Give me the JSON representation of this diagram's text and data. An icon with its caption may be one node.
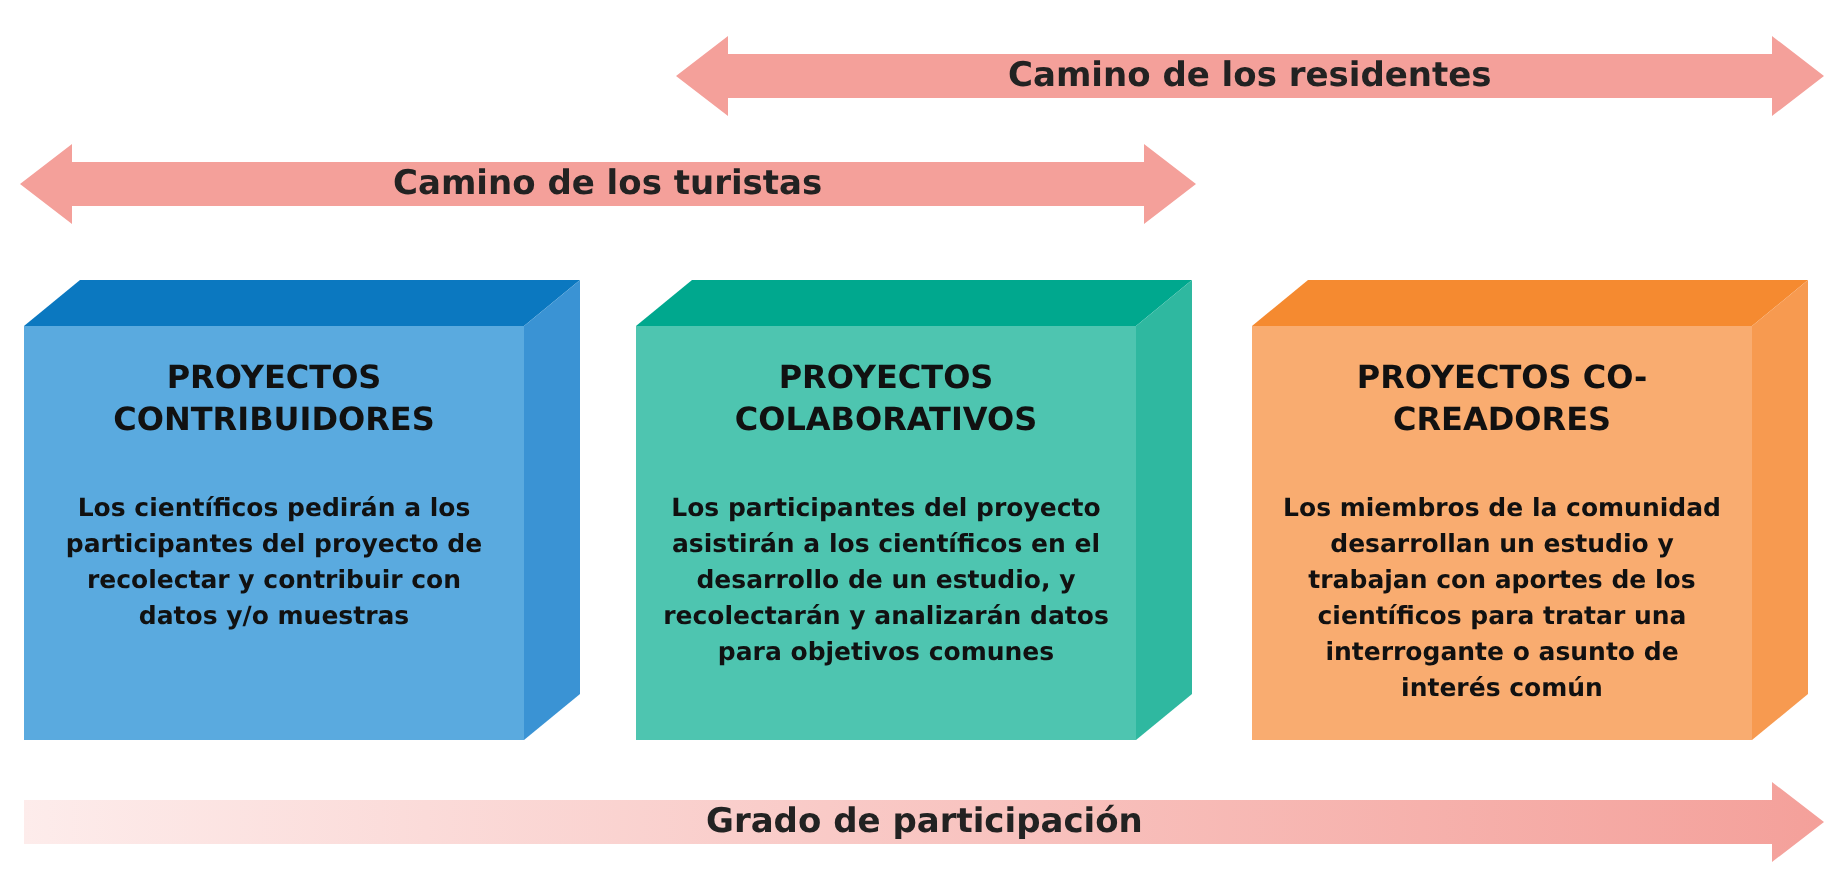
{
  "diagram": {
    "nodes": [
      {
        "text": [
          "PROYECTOS CONTRIBUIDORES",
          "Los científicos pedirán a los participantes del proyecto de recolectar y contribuir con datos y/o muestras"
        ]
      },
      {
        "text": [
          "PROYECTOS COLABORATIVOS",
          "Los participantes del proyecto asistirán a los científicos en el desarrollo de un estudio, y recolectarán y analizarán datos para objetivos comunes"
        ]
      },
      {
        "text": [
          "PROYECTOS CO-CREADORES",
          "Los miembros de la comunidad desarrollan un estudio y trabajan con aportes de los científicos para tratar una interrogante o asunto de interés común"
        ]
      }
    ],
    "labels": [
      "Camino de los residentes",
      "Camino de los turistas",
      "Grado de participación"
    ]
  }
}
